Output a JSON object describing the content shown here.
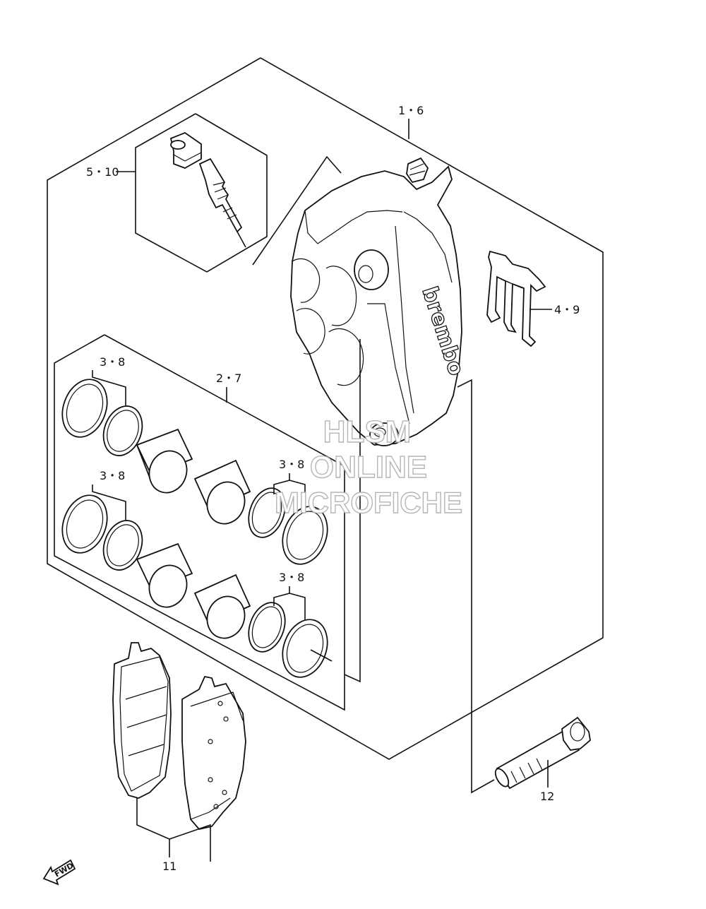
{
  "callouts": {
    "caliper_assy": "1・6",
    "bleeder_set": "5・10",
    "piston_set": "2・7",
    "seal_a": "3・8",
    "seal_b": "3・8",
    "seal_c": "3・8",
    "seal_d": "3・8",
    "pad_spring": "4・9",
    "pad_set": "11",
    "bolt": "12"
  },
  "brand_mark": "brembo",
  "watermark": {
    "line1": "HLSM",
    "line2": "ONLINE",
    "line3": "MICROFICHE"
  },
  "direction_arrow": {
    "label": "FWD",
    "icon": "arrow-icon"
  }
}
